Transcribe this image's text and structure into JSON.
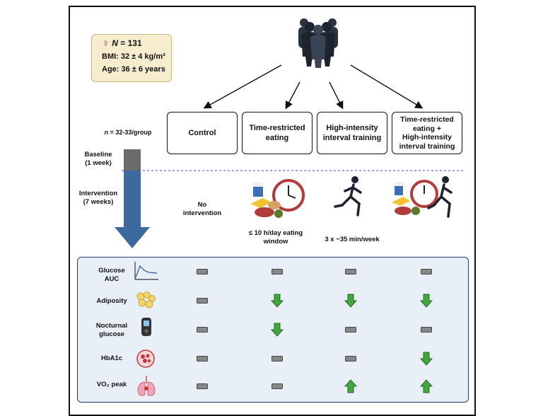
{
  "sample": {
    "n_label": "N",
    "n_value": "= 131",
    "bmi": "BMI: 32 ± 4 kg/m²",
    "age": "Age: 36 ± 6 years"
  },
  "groups_note": {
    "n": "n",
    "rest": " = 32-33/group"
  },
  "groups": [
    {
      "label": "Control"
    },
    {
      "label": "Time-restricted\neating"
    },
    {
      "label": "High-intensity\ninterval training"
    },
    {
      "label": "Time-restricted\neating +\nHigh-intensity\ninterval training"
    }
  ],
  "phases": {
    "baseline": "Baseline\n(1 week)",
    "intervention": "Intervention\n(7 weeks)"
  },
  "interventions": {
    "control": "No\nintervention",
    "tre": "≤ 10 h/day eating\nwindow",
    "hiit": "3 x ~35 min/week"
  },
  "outcomes": [
    {
      "label": "Glucose\nAUC",
      "icon": "glucose-curve-icon",
      "effects": [
        "none",
        "none",
        "none",
        "none"
      ]
    },
    {
      "label": "Adiposity",
      "icon": "fat-cells-icon",
      "effects": [
        "none",
        "down",
        "down",
        "down"
      ]
    },
    {
      "label": "Nocturnal\nglucose",
      "icon": "glucose-monitor-icon",
      "effects": [
        "none",
        "down",
        "none",
        "none"
      ]
    },
    {
      "label": "HbA1c",
      "icon": "blood-cell-icon",
      "effects": [
        "none",
        "none",
        "none",
        "down"
      ]
    },
    {
      "label": "VO₂ peak",
      "icon": "lungs-icon",
      "effects": [
        "none",
        "none",
        "up",
        "up"
      ]
    }
  ],
  "colors": {
    "arrow_green": "#43a63f",
    "panel_blue": "#e9eff6",
    "phase_arrow": "#3d6a9e"
  }
}
